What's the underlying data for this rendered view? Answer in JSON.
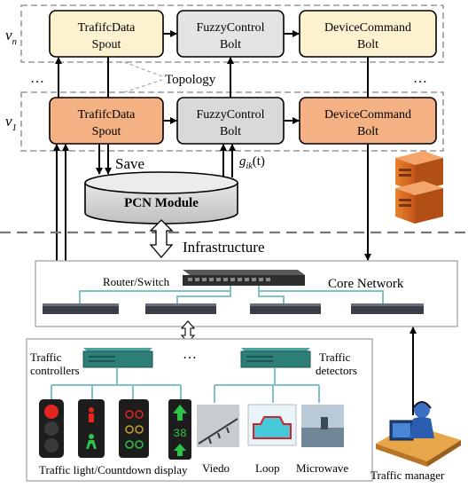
{
  "top_nodes": {
    "v_n": "v",
    "v_n_sub": "n",
    "v_1": "v",
    "v_1_sub": "1",
    "ellipsis_left": "…",
    "ellipsis_right": "…",
    "topology": "Topology",
    "spout_line1": "TrafifcData",
    "spout_line2": "Spout",
    "fuzzy_line1": "FuzzyControl",
    "fuzzy_line2": "Bolt",
    "device_line1": "DeviceCommand",
    "device_line2": "Bolt"
  },
  "storage": {
    "save": "Save",
    "g_func": "g",
    "g_sub": "ik",
    "g_arg": "(t)",
    "pcn": "PCN Module"
  },
  "network": {
    "infrastructure": "Infrastructure",
    "router_switch": "Router/Switch",
    "core_network": "Core Network"
  },
  "field": {
    "controllers_line1": "Traffic",
    "controllers_line2": "controllers",
    "detectors_line1": "Traffic",
    "detectors_line2": "detectors",
    "ellipsis": "…",
    "countdown_value": "38",
    "label_lights": "Traffic light/Countdown display",
    "label_video": "Viedo",
    "label_loop": "Loop",
    "label_microwave": "Microwave"
  },
  "manager": {
    "label": "Traffic manager"
  },
  "colors": {
    "yellow_node": "#fdf2cf",
    "gray_node": "#d9d9d9",
    "orange_node": "#f4b183",
    "device_fill": "#2e7e78",
    "link_cyan": "#7fc3c6"
  }
}
